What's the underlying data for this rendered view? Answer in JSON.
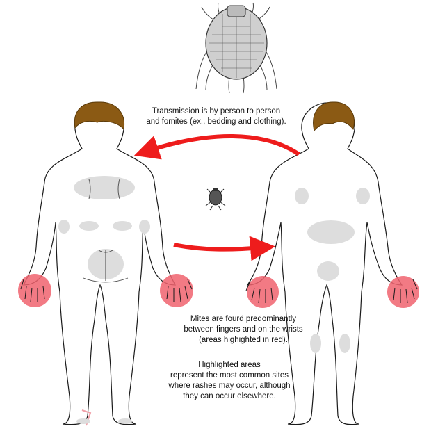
{
  "captions": {
    "transmission": [
      "Transmission is by person to person",
      "and fomites (ex., bedding and clothing)."
    ],
    "mites": [
      "Mites are fourd predominantly",
      "between fingers and on the wrists",
      "(areas highighted in red)."
    ],
    "highlighted": [
      "Highlighted areas",
      "represent the most common sites",
      "where rashes may occur, although",
      "they can occur elsewhere."
    ]
  },
  "colors": {
    "hair": "#8b5a14",
    "arrow": "#ee1c1c",
    "hand_highlight": "#f0636f",
    "rash_area": "#dddddd",
    "outline": "#1a1a1a"
  },
  "icons": [
    "mite-illustration-icon",
    "small-mite-icon",
    "transmission-arrow-icon"
  ]
}
